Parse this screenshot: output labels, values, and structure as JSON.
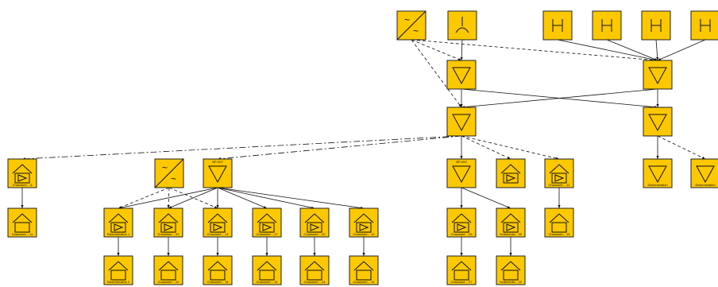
{
  "colors": {
    "node_fill": "#fcc800",
    "node_stroke": "#222222",
    "line": "#111111"
  },
  "nodes": [
    {
      "id": "g1",
      "icon": "generator-icon",
      "label": ""
    },
    {
      "id": "s1",
      "icon": "source-icon",
      "label": ""
    },
    {
      "id": "h1",
      "icon": "h-icon",
      "label": ""
    },
    {
      "id": "h2",
      "icon": "h-icon",
      "label": ""
    },
    {
      "id": "h3",
      "icon": "h-icon",
      "label": ""
    },
    {
      "id": "h4",
      "icon": "h-icon",
      "label": ""
    },
    {
      "id": "t1",
      "icon": "triangle-icon",
      "label": ""
    },
    {
      "id": "t2",
      "icon": "triangle-icon",
      "label": ""
    },
    {
      "id": "t3",
      "icon": "triangle-icon",
      "label": ""
    },
    {
      "id": "t4",
      "icon": "triangle-icon",
      "label": ""
    },
    {
      "id": "hp1",
      "icon": "house-play-icon",
      "label": "Chaussee... 5"
    },
    {
      "id": "g2",
      "icon": "generator-icon",
      "label": ""
    },
    {
      "id": "t5",
      "icon": "triangle-icon",
      "label": "BP-007",
      "top": true
    },
    {
      "id": "t6",
      "icon": "triangle-icon",
      "label": "BP-002",
      "top": true
    },
    {
      "id": "hp2",
      "icon": "house-play-icon",
      "label": ""
    },
    {
      "id": "hp3",
      "icon": "house-play-icon",
      "label": "Chaussee... 12"
    },
    {
      "id": "t7",
      "icon": "triangle-icon",
      "label": "Dissemination"
    },
    {
      "id": "t8",
      "icon": "triangle-icon",
      "label": "Dissemination"
    },
    {
      "id": "ho1",
      "icon": "house-icon",
      "label": "Chaussee... 11"
    },
    {
      "id": "hp4",
      "icon": "house-play-icon",
      "label": "Dissemination 1"
    },
    {
      "id": "hp5",
      "icon": "house-play-icon",
      "label": "Chaussee... 20"
    },
    {
      "id": "hp6",
      "icon": "house-play-icon",
      "label": "Chaussee... 13"
    },
    {
      "id": "hp7",
      "icon": "house-play-icon",
      "label": "Chaussee... 17"
    },
    {
      "id": "hp8",
      "icon": "house-play-icon",
      "label": "Chaussee... 22"
    },
    {
      "id": "hp9",
      "icon": "house-play-icon",
      "label": "Chaussee... 12"
    },
    {
      "id": "hp10",
      "icon": "house-play-icon",
      "label": "Chaussee... 25"
    },
    {
      "id": "hp11",
      "icon": "house-play-icon",
      "label": "Sedimenta... 30"
    },
    {
      "id": "ho2",
      "icon": "house-icon",
      "label": "Chaussee... 15"
    },
    {
      "id": "ho3",
      "icon": "house-icon",
      "label": "Dissemination 2"
    },
    {
      "id": "ho4",
      "icon": "house-icon",
      "label": "Chaussee... 20"
    },
    {
      "id": "ho5",
      "icon": "house-icon",
      "label": "Chaussee... 18"
    },
    {
      "id": "ho6",
      "icon": "house-icon",
      "label": "Chaussee... 19"
    },
    {
      "id": "ho7",
      "icon": "house-icon",
      "label": "Chaussee... 24"
    },
    {
      "id": "ho8",
      "icon": "house-icon",
      "label": "Chaussee... 14"
    },
    {
      "id": "ho9",
      "icon": "house-icon",
      "label": "Chaussee... 27"
    },
    {
      "id": "ho10",
      "icon": "house-icon",
      "label": "Sedimenta... 22"
    }
  ],
  "edges": [
    {
      "from": "s1",
      "to": "t1",
      "style": "solid"
    },
    {
      "from": "g1",
      "to": "t1",
      "style": "dash"
    },
    {
      "from": "g1",
      "to": "t2",
      "style": "dash"
    },
    {
      "from": "g1",
      "to": "t3",
      "style": "dash"
    },
    {
      "from": "h1",
      "to": "t3",
      "style": "solid"
    },
    {
      "from": "h2",
      "to": "t3",
      "style": "solid"
    },
    {
      "from": "h3",
      "to": "t3",
      "style": "solid"
    },
    {
      "from": "h4",
      "to": "t3",
      "style": "solid"
    },
    {
      "from": "t1",
      "to": "t2",
      "style": "solid"
    },
    {
      "from": "t1",
      "to": "t4",
      "style": "solid"
    },
    {
      "from": "t3",
      "to": "t2",
      "style": "solid"
    },
    {
      "from": "t3",
      "to": "t4",
      "style": "solid"
    },
    {
      "from": "t2",
      "to": "hp1",
      "style": "dashdot"
    },
    {
      "from": "t2",
      "to": "t5",
      "style": "dashdot"
    },
    {
      "from": "t2",
      "to": "t6",
      "style": "solid"
    },
    {
      "from": "t2",
      "to": "hp2",
      "style": "dash"
    },
    {
      "from": "t2",
      "to": "hp3",
      "style": "dash"
    },
    {
      "from": "t4",
      "to": "t7",
      "style": "solid"
    },
    {
      "from": "t4",
      "to": "t8",
      "style": "dash"
    },
    {
      "from": "hp1",
      "to": "ho1",
      "style": "solid"
    },
    {
      "from": "g2",
      "to": "hp4",
      "style": "dash"
    },
    {
      "from": "g2",
      "to": "hp5",
      "style": "dash"
    },
    {
      "from": "g2",
      "to": "hp6",
      "style": "dash"
    },
    {
      "from": "t5",
      "to": "hp4",
      "style": "solid"
    },
    {
      "from": "t5",
      "to": "hp5",
      "style": "solid"
    },
    {
      "from": "t5",
      "to": "hp6",
      "style": "solid"
    },
    {
      "from": "t5",
      "to": "hp7",
      "style": "solid"
    },
    {
      "from": "t5",
      "to": "hp8",
      "style": "solid"
    },
    {
      "from": "t5",
      "to": "hp9",
      "style": "solid"
    },
    {
      "from": "hp4",
      "to": "ho3",
      "style": "solid"
    },
    {
      "from": "hp5",
      "to": "ho4",
      "style": "solid"
    },
    {
      "from": "hp6",
      "to": "ho5",
      "style": "solid"
    },
    {
      "from": "hp7",
      "to": "ho6",
      "style": "solid"
    },
    {
      "from": "hp8",
      "to": "ho7",
      "style": "solid"
    },
    {
      "from": "hp9",
      "to": "ho8",
      "style": "solid"
    },
    {
      "from": "t6",
      "to": "hp10",
      "style": "solid"
    },
    {
      "from": "t6",
      "to": "hp11",
      "style": "solid"
    },
    {
      "from": "hp10",
      "to": "ho9",
      "style": "solid"
    },
    {
      "from": "hp11",
      "to": "ho10",
      "style": "solid"
    },
    {
      "from": "hp3",
      "to": "ho2",
      "style": "solid"
    }
  ]
}
